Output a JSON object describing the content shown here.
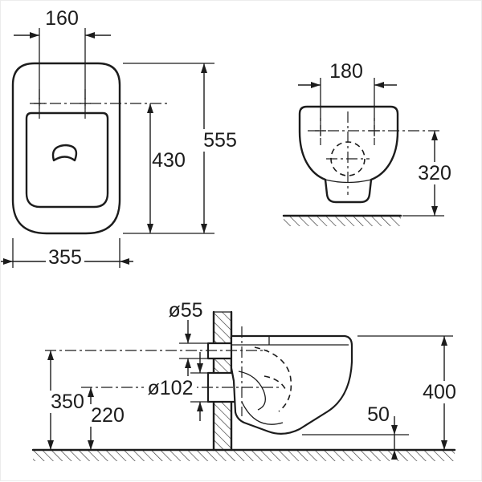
{
  "views": {
    "plan": {
      "dims": {
        "fixing_spacing": "160",
        "overall_width": "355",
        "fixing_to_front": "430",
        "overall_length": "555"
      }
    },
    "front": {
      "dims": {
        "fixing_spacing": "180",
        "fixing_height": "320"
      }
    },
    "side": {
      "dims": {
        "inlet_diameter": "ø55",
        "outlet_diameter": "ø102",
        "inlet_center_height": "350",
        "outlet_center_height": "220",
        "overall_height": "400",
        "floor_clearance": "50"
      }
    }
  },
  "style": {
    "line_color": "#1c1c1c",
    "background": "#ffffff"
  }
}
